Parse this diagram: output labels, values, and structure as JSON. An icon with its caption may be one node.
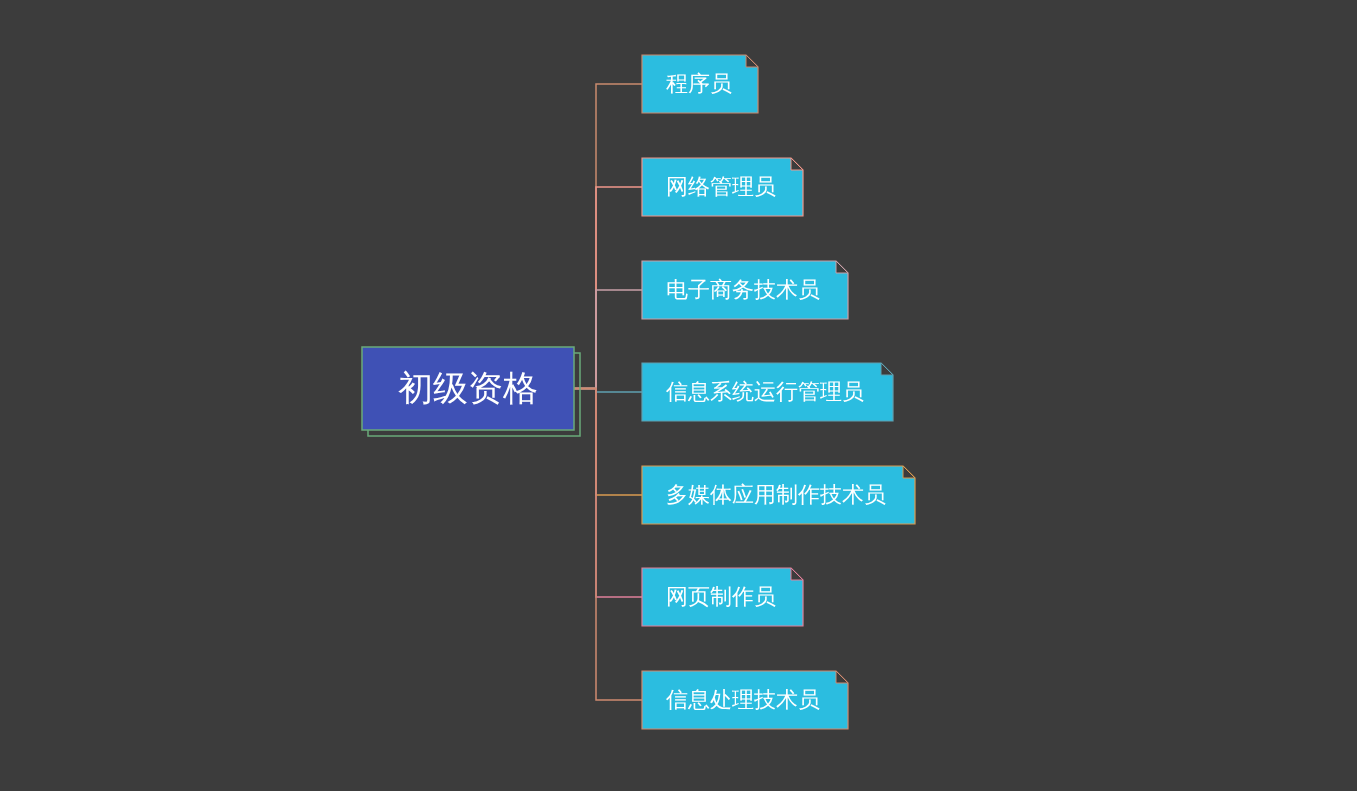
{
  "diagram": {
    "nodes": [
      {
        "text": [
          "初级资格"
        ]
      },
      {
        "text": [
          "程序员"
        ]
      },
      {
        "text": [
          "网络管理员"
        ]
      },
      {
        "text": [
          "电子商务技术员"
        ]
      },
      {
        "text": [
          "信息系统运行管理员"
        ]
      },
      {
        "text": [
          "多媒体应用制作技术员"
        ]
      },
      {
        "text": [
          "网页制作员"
        ]
      },
      {
        "text": [
          "信息处理技术员"
        ]
      }
    ],
    "edges": [
      {
        "from": 0,
        "to": 1,
        "arrow": "none",
        "color": "#c98a6e"
      },
      {
        "from": 0,
        "to": 2,
        "arrow": "none",
        "color": "#f0968a"
      },
      {
        "from": 0,
        "to": 3,
        "arrow": "none",
        "color": "#c8a0a8"
      },
      {
        "from": 0,
        "to": 4,
        "arrow": "none",
        "color": "#5fa0b0"
      },
      {
        "from": 0,
        "to": 5,
        "arrow": "none",
        "color": "#d99a50"
      },
      {
        "from": 0,
        "to": 6,
        "arrow": "none",
        "color": "#e0809a"
      },
      {
        "from": 0,
        "to": 7,
        "arrow": "none",
        "color": "#d08a70"
      }
    ]
  }
}
